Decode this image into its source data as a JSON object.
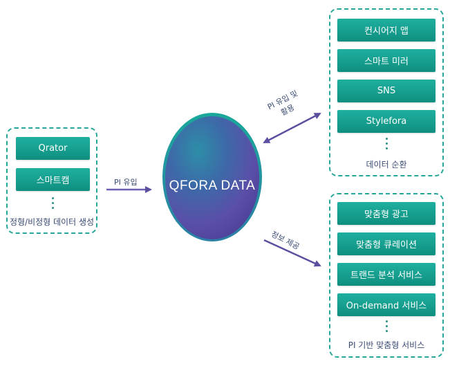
{
  "center": {
    "label": "QFORA DATA"
  },
  "left_group": {
    "items": [
      "Qrator",
      "스마트캠"
    ],
    "caption": "정형/비정형 데이터 생성"
  },
  "top_right_group": {
    "items": [
      "컨시어지 앱",
      "스마트 미러",
      "SNS",
      "Stylefora"
    ],
    "caption": "데이터 순환"
  },
  "bottom_right_group": {
    "items": [
      "맞춤형 광고",
      "맞춤형 큐레이션",
      "트랜드 분석 서비스",
      "On-demand 서비스"
    ],
    "caption": "PI 기반 맞춤형 서비스"
  },
  "arrows": {
    "inflow": "PI 유입",
    "bidirectional_line1": "PI 유입 및",
    "bidirectional_line2": "활용",
    "info_provision": "정보 제공"
  },
  "colors": {
    "box_fill": "#14a08f",
    "dashed_border": "#26a69a",
    "arrow": "#5c4fa0",
    "text_navy": "#3a4a73"
  }
}
